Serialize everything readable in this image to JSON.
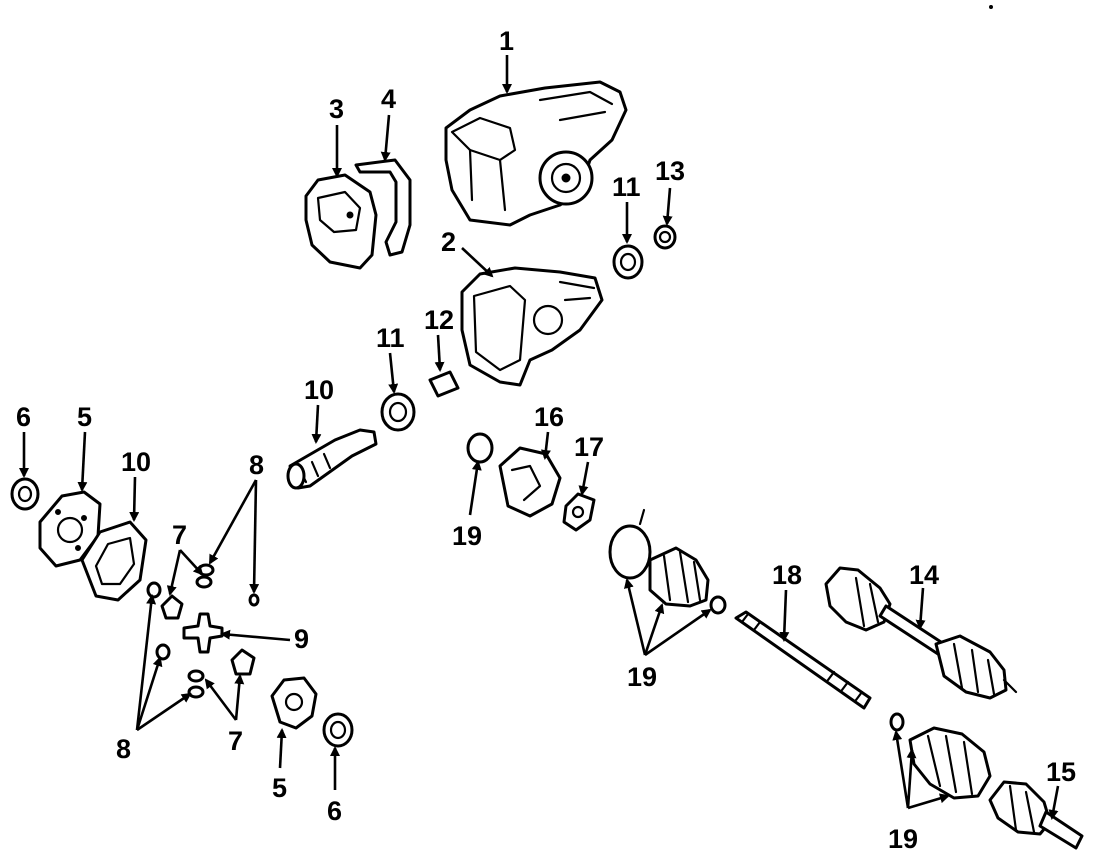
{
  "diagram": {
    "callouts": [
      "1",
      "2",
      "3",
      "4",
      "5",
      "6",
      "7",
      "8",
      "9",
      "10",
      "11",
      "12",
      "13",
      "14",
      "15",
      "16",
      "17",
      "18",
      "19"
    ],
    "labels": {
      "c1": "1",
      "c2": "2",
      "c3": "3",
      "c4": "4",
      "c11a": "11",
      "c13": "13",
      "c11b": "11",
      "c12": "12",
      "c10a": "10",
      "c6a": "6",
      "c5a": "5",
      "c10b": "10",
      "c8a": "8",
      "c7a": "7",
      "c9": "9",
      "c8b": "8",
      "c7b": "7",
      "c5b": "5",
      "c6b": "6",
      "c16": "16",
      "c17": "17",
      "c19a": "19",
      "c18": "18",
      "c14": "14",
      "c19b": "19",
      "c19c": "19",
      "c15": "15"
    }
  }
}
